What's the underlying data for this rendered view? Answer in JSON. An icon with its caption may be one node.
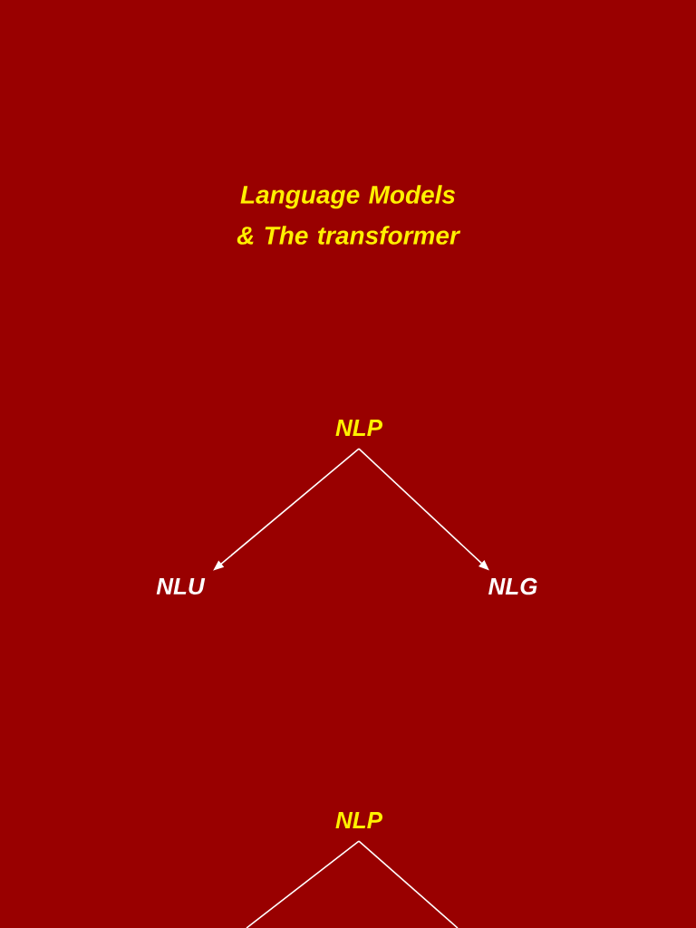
{
  "diagram": {
    "title": "Language Models & The transformer",
    "nodes": [
      {
        "text": [
          "NLP"
        ]
      },
      {
        "text": [
          "NLU"
        ]
      },
      {
        "text": [
          "NLG"
        ]
      },
      {
        "text": [
          "NLP"
        ]
      }
    ],
    "edges": [
      {
        "from": 0,
        "to": 1,
        "arrow": "to"
      },
      {
        "from": 0,
        "to": 2,
        "arrow": "to"
      },
      {
        "from": 3,
        "to": null,
        "arrow": "none"
      },
      {
        "from": 3,
        "to": null,
        "arrow": "none"
      }
    ]
  }
}
